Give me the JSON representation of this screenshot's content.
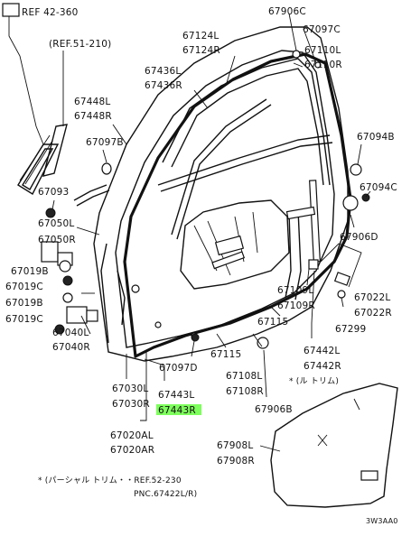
{
  "labels": {
    "ref_42_360": "REF 42-360",
    "ref_51_210": "(REF.51-210)",
    "p67906C": "67906C",
    "p67097C": "67097C",
    "p67124L": "67124L",
    "p67124R": "67124R",
    "p67110L": "67110L",
    "p67110R": "67110R",
    "p67436L": "67436L",
    "p67436R": "67436R",
    "p67448L": "67448L",
    "p67448R": "67448R",
    "p67097B": "67097B",
    "p67094B": "67094B",
    "p67094C": "67094C",
    "p67093": "67093",
    "p67050L": "67050L",
    "p67050R": "67050R",
    "p67906D": "67906D",
    "p67019B_1": "67019B",
    "p67019C_1": "67019C",
    "p67019B_2": "67019B",
    "p67019C_2": "67019C",
    "p67109L": "67109L",
    "p67109R": "67109R",
    "p67022L": "67022L",
    "p67022R": "67022R",
    "p67115_1": "67115",
    "p67299": "67299",
    "p67040L": "67040L",
    "p67040R": "67040R",
    "p67442L": "67442L",
    "p67442R": "67442R",
    "p67115_2": "67115",
    "p67097D": "67097D",
    "p67108L": "67108L",
    "p67108R": "67108R",
    "trim_note": "* (ル トリム)",
    "p67030L": "67030L",
    "p67030R": "67030R",
    "p67443L": "67443L",
    "p67443R": "67443R",
    "p67906B": "67906B",
    "p67020AL": "67020AL",
    "p67020AR": "67020AR",
    "p67908L": "67908L",
    "p67908R": "67908R",
    "note_line1": "* (パーシャル トリム・・REF.52-230",
    "note_line2": "PNC.67422L/R)",
    "code": "3W3AA0"
  },
  "colors": {
    "highlight": "#7dff5c",
    "ink": "#111111"
  }
}
